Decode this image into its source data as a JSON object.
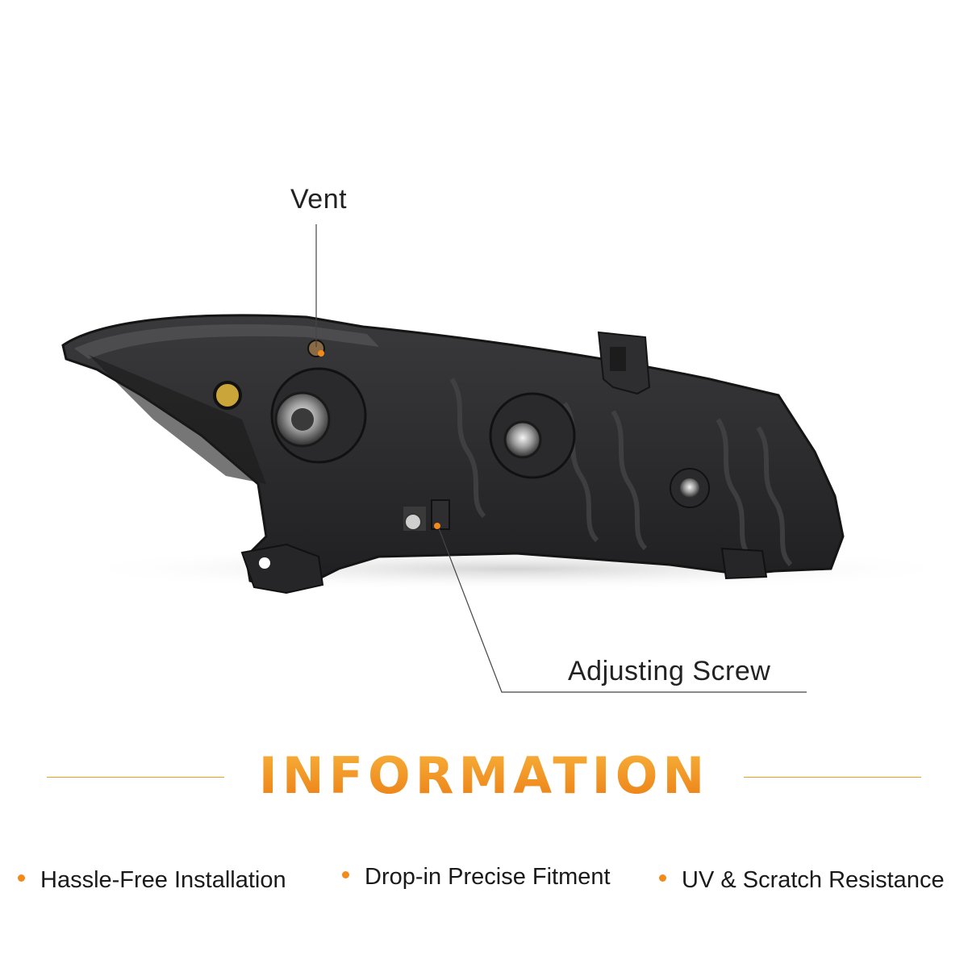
{
  "callouts": {
    "vent": "Vent",
    "adjusting_screw": "Adjusting Screw"
  },
  "section": {
    "title": "INFORMATION"
  },
  "features": [
    "Hassle-Free Installation",
    "Drop-in Precise Fitment",
    "UV & Scratch Resistance"
  ],
  "colors": {
    "accent": "#f19a1e",
    "housing": "#2b2b2d",
    "text": "#222222"
  },
  "icons": {
    "bullet": "orange-dot"
  }
}
